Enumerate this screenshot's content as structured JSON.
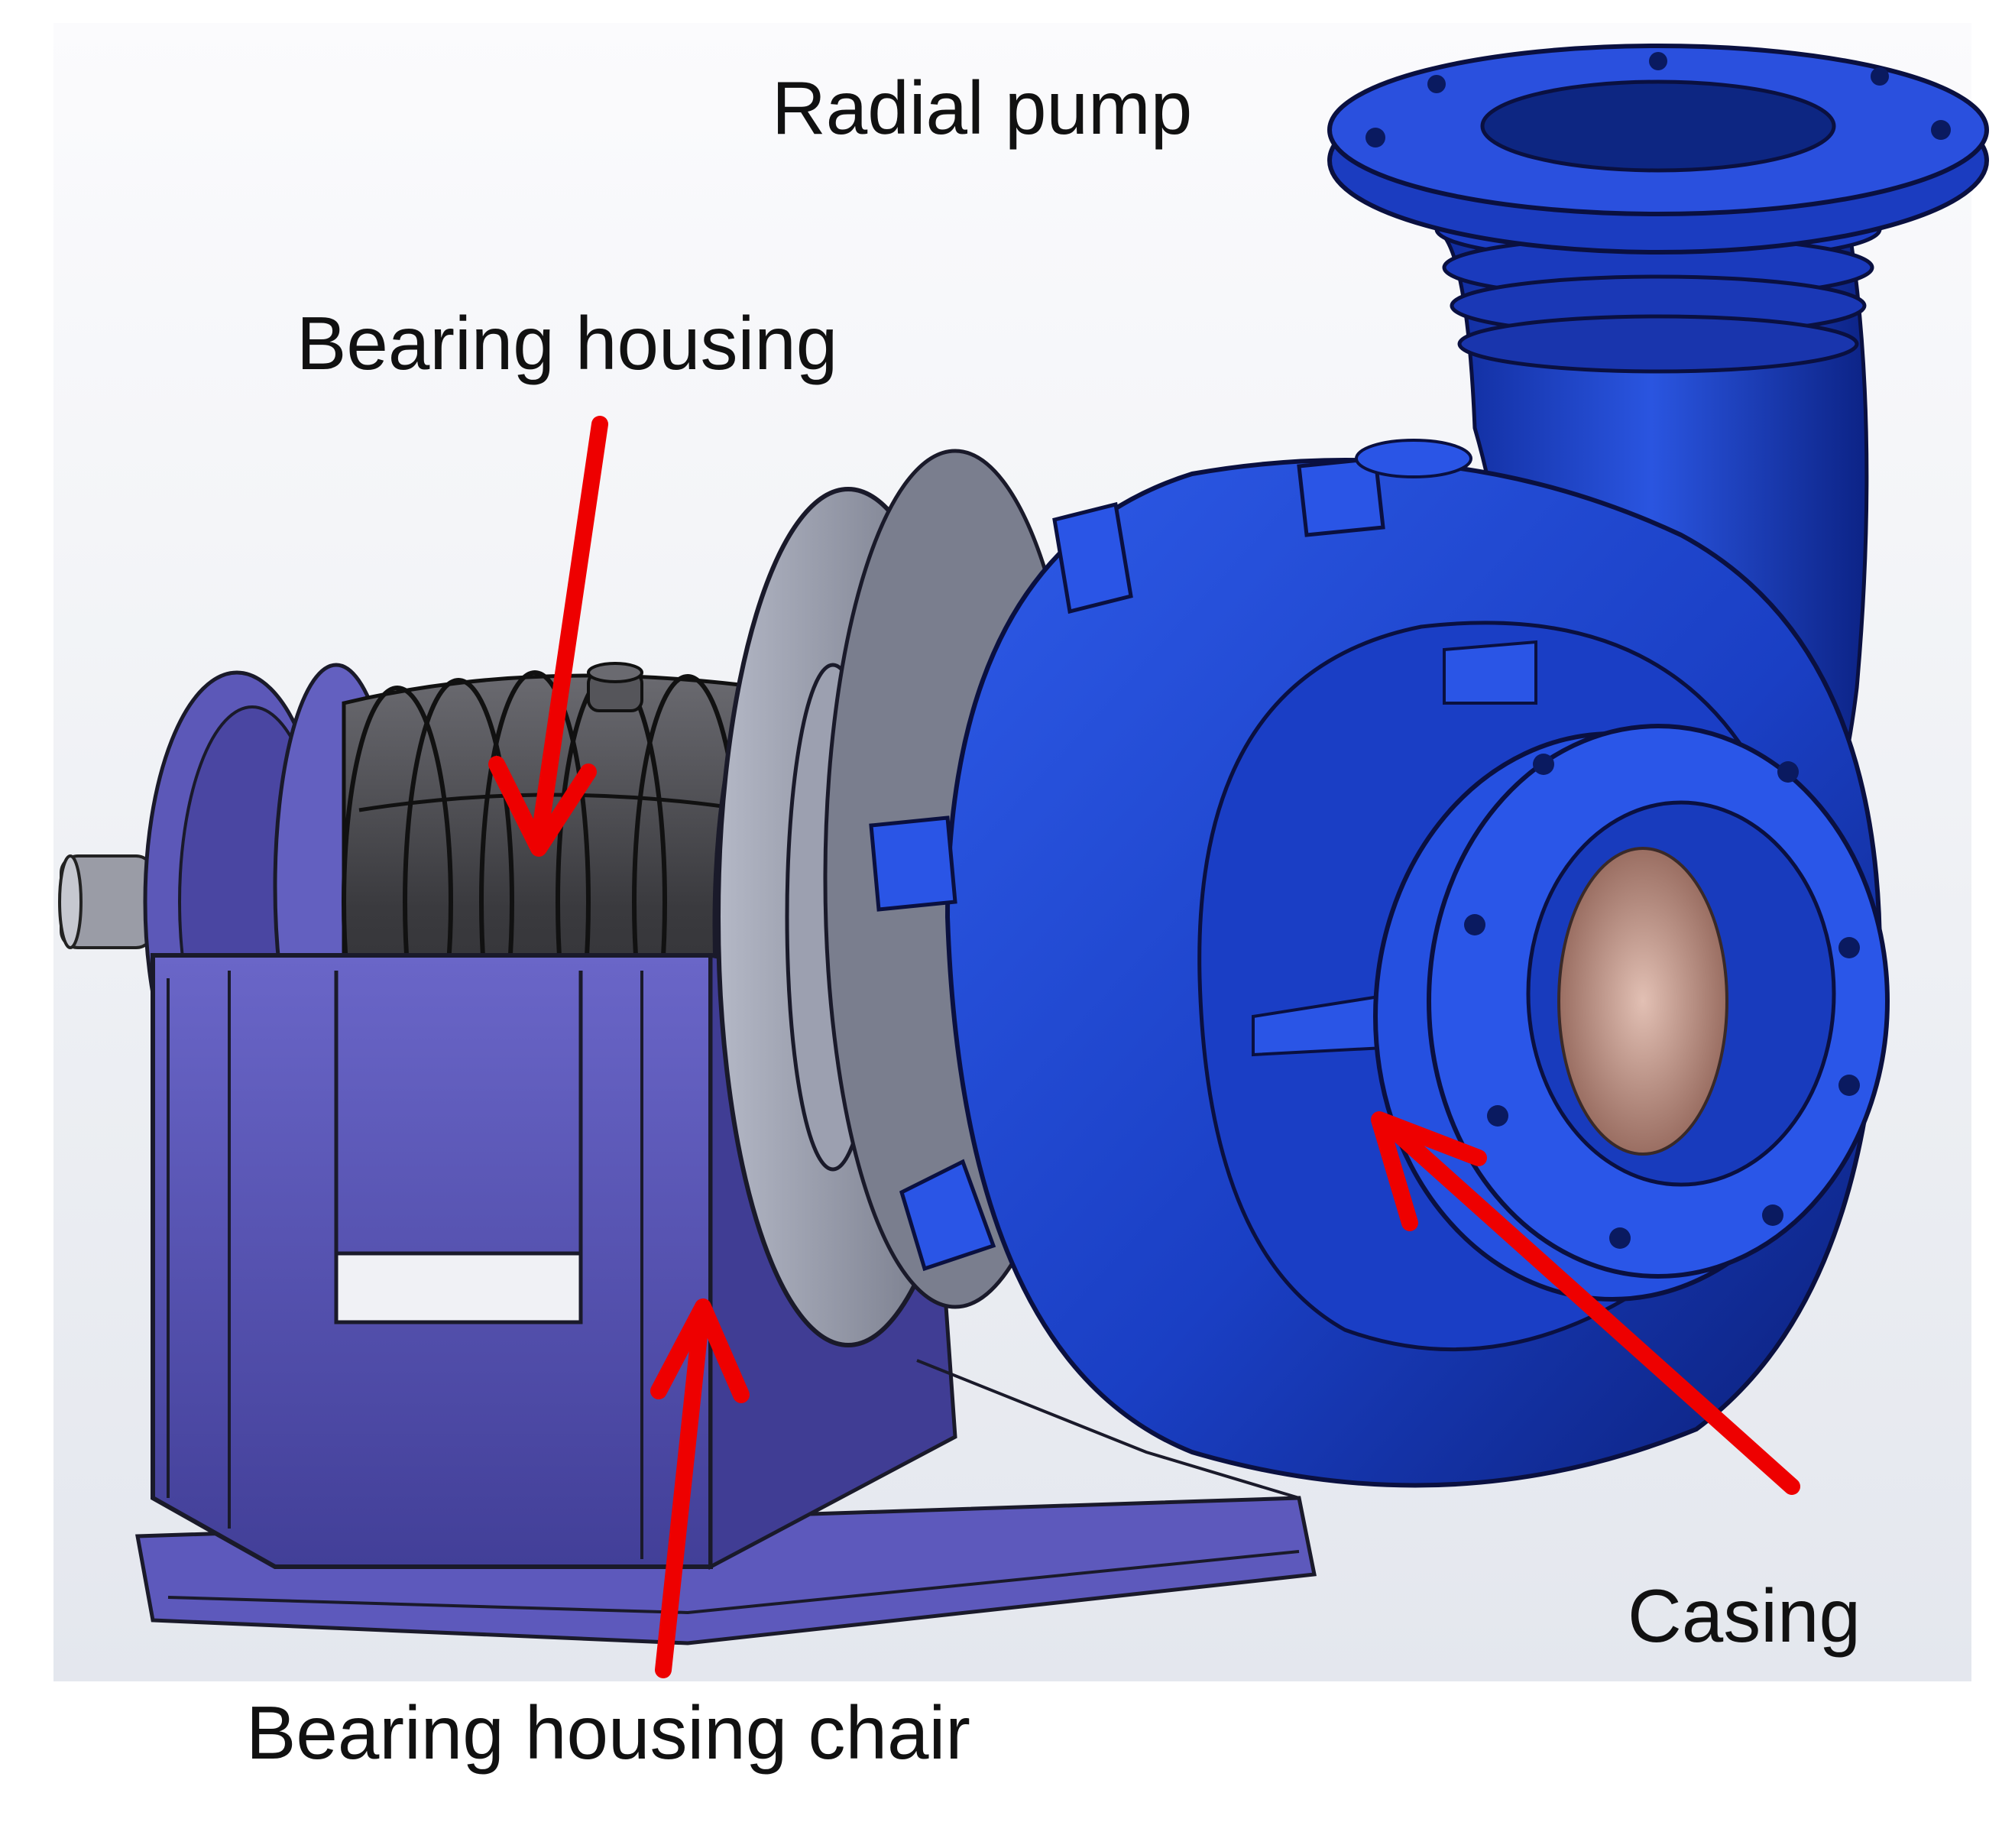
{
  "title": "Radial pump",
  "labels": {
    "bearing_housing": "Bearing housing",
    "bearing_housing_chair": "Bearing housing chair",
    "casing": "Casing"
  },
  "colors": {
    "casing_blue": "#1a3fc4",
    "casing_shadow": "#0b1f78",
    "chair_purple": "#5451b0",
    "bearing_dark": "#3a3a3e",
    "gasket_grey": "#8a8f9e",
    "arrow_red": "#ee0000",
    "impeller_copper": "#c79a8a"
  }
}
